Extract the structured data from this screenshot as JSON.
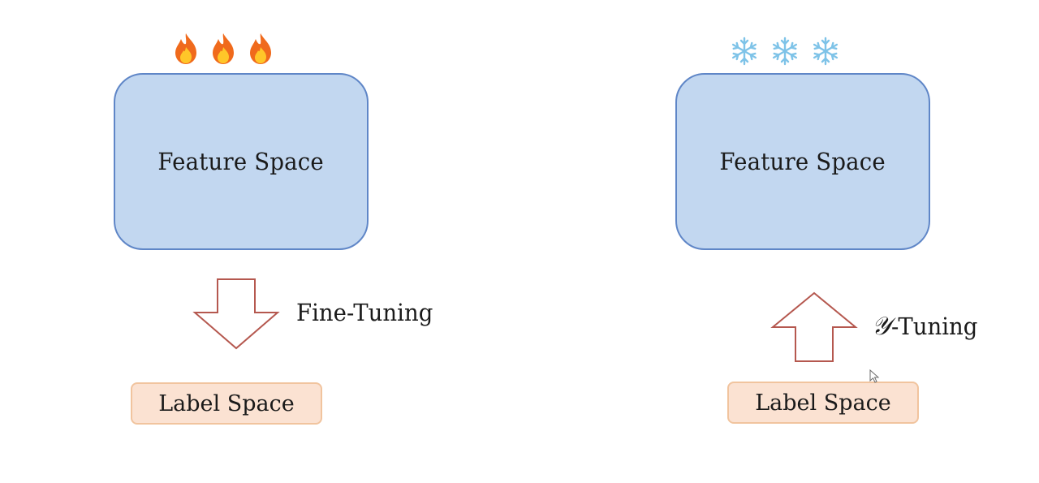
{
  "left_panel": {
    "feature_label": "Feature Space",
    "label_box": "Label Space",
    "arrow_label": "Fine-Tuning",
    "icons": [
      "flame-icon",
      "flame-icon",
      "flame-icon"
    ]
  },
  "right_panel": {
    "feature_label": "Feature Space",
    "label_box": "Label Space",
    "arrow_label_symbol": "𝒴",
    "arrow_label_rest": "-Tuning",
    "icons": [
      "snowflake-icon",
      "snowflake-icon",
      "snowflake-icon"
    ]
  },
  "colors": {
    "feature_fill": "#c2d7f0",
    "feature_border": "#5f86c7",
    "label_fill": "#fbe2d2",
    "label_border": "#f1c49e",
    "arrow_stroke": "#b5584f",
    "flame_outer": "#f06a1c",
    "flame_inner": "#ffc629",
    "snowflake": "#7ec3e8"
  }
}
